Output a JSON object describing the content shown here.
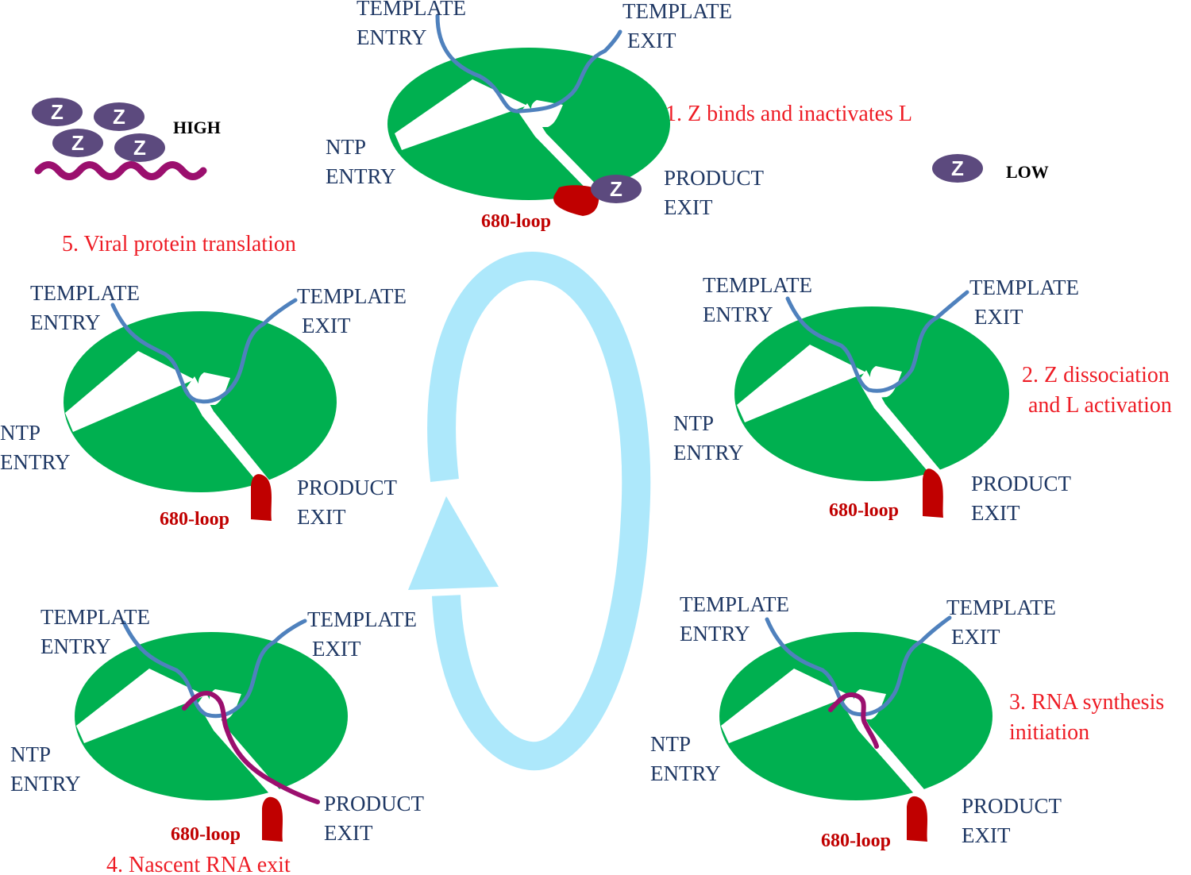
{
  "colors": {
    "polymerase": "#00b050",
    "template_rna": "#4f81bd",
    "nascent_rna": "#9b0f6e",
    "loop": "#c00000",
    "z_protein": "#5c4a7e",
    "cycle_arrow": "#ade8fb",
    "port_label": "#1f3864",
    "step_label": "#ee1c25"
  },
  "ports": {
    "template_entry": [
      "TEMPLATE",
      "ENTRY"
    ],
    "template_exit": [
      "TEMPLATE",
      "EXIT"
    ],
    "ntp_entry": [
      "NTP",
      "ENTRY"
    ],
    "product_exit": [
      "PRODUCT",
      "EXIT"
    ]
  },
  "loop_label": "680-loop",
  "z_label": "Z",
  "levels": {
    "high": "HIGH",
    "low": "LOW"
  },
  "steps": [
    {
      "id": "step1",
      "lines": [
        "1. Z binds and inactivates L"
      ]
    },
    {
      "id": "step2",
      "lines": [
        "2. Z dissociation",
        "and L activation"
      ]
    },
    {
      "id": "step3",
      "lines": [
        "3. RNA synthesis",
        "initiation"
      ]
    },
    {
      "id": "step4",
      "lines": [
        "4. Nascent RNA exit"
      ]
    },
    {
      "id": "step5",
      "lines": [
        "5. Viral protein translation"
      ]
    }
  ]
}
